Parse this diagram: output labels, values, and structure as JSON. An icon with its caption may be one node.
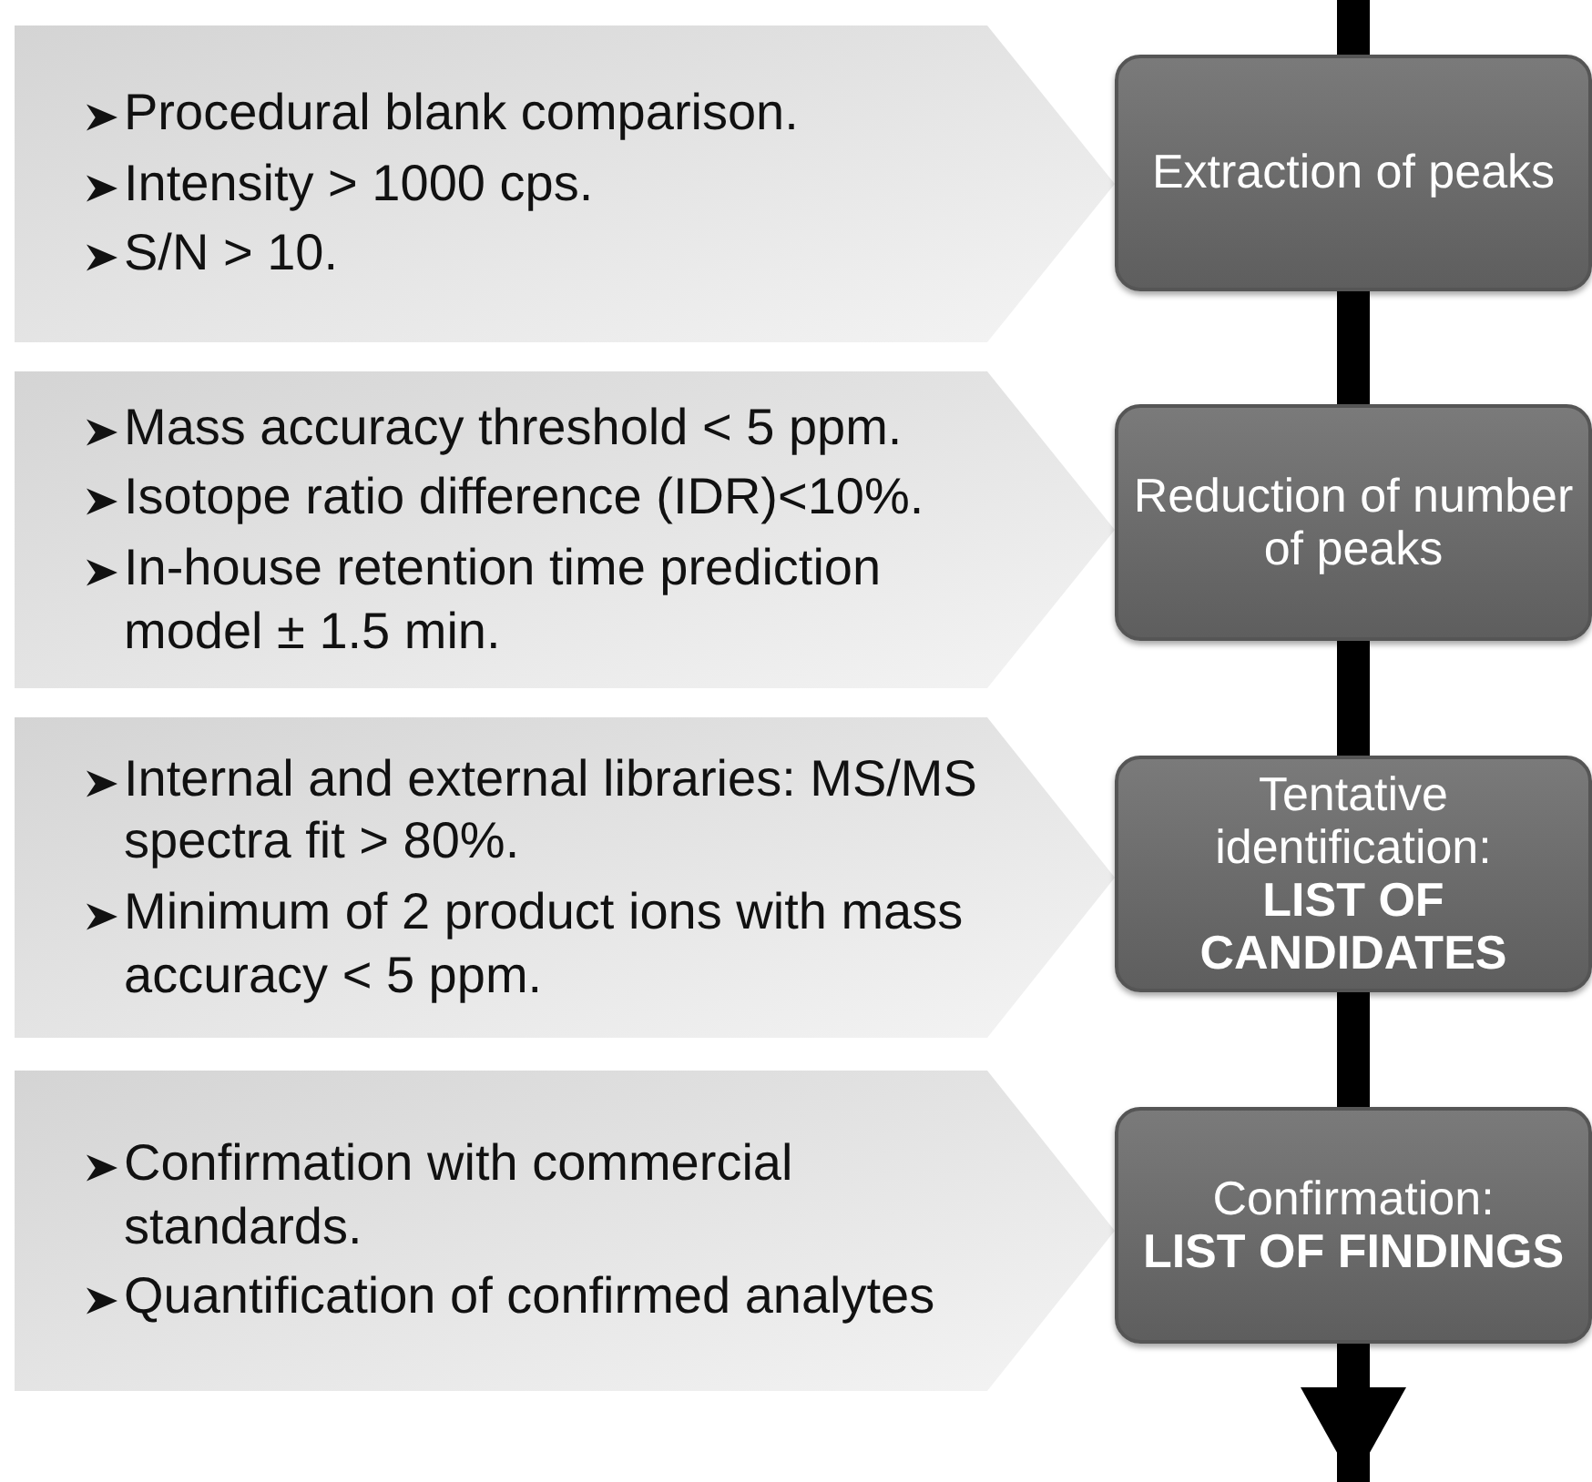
{
  "diagram": {
    "nodes": [
      {
        "text": [
          "Procedural blank comparison.",
          "Intensity > 1000 cps.",
          "S/N > 10."
        ]
      },
      {
        "text": [
          "Extraction of peaks"
        ]
      },
      {
        "text": [
          "Mass accuracy threshold < 5 ppm.",
          "Isotope ratio difference (IDR)<10%.",
          "In-house retention time prediction model ± 1.5 min."
        ]
      },
      {
        "text": [
          "Reduction of number of peaks"
        ]
      },
      {
        "text": [
          "Internal and external libraries: MS/MS spectra fit > 80%.",
          "Minimum of 2 product ions with mass accuracy < 5 ppm."
        ]
      },
      {
        "text": [
          "Tentative identification:",
          "LIST OF CANDIDATES"
        ]
      },
      {
        "text": [
          "Confirmation with commercial standards.",
          "Quantification of confirmed analytes"
        ]
      },
      {
        "text": [
          "Confirmation:",
          "LIST OF FINDINGS"
        ]
      }
    ],
    "edges": [
      {
        "from": null,
        "to": 1,
        "arrow": "none"
      },
      {
        "from": 1,
        "to": 3,
        "arrow": "none"
      },
      {
        "from": 3,
        "to": 5,
        "arrow": "none"
      },
      {
        "from": 5,
        "to": 7,
        "arrow": "none"
      },
      {
        "from": 7,
        "to": null,
        "arrow": "to"
      }
    ]
  }
}
